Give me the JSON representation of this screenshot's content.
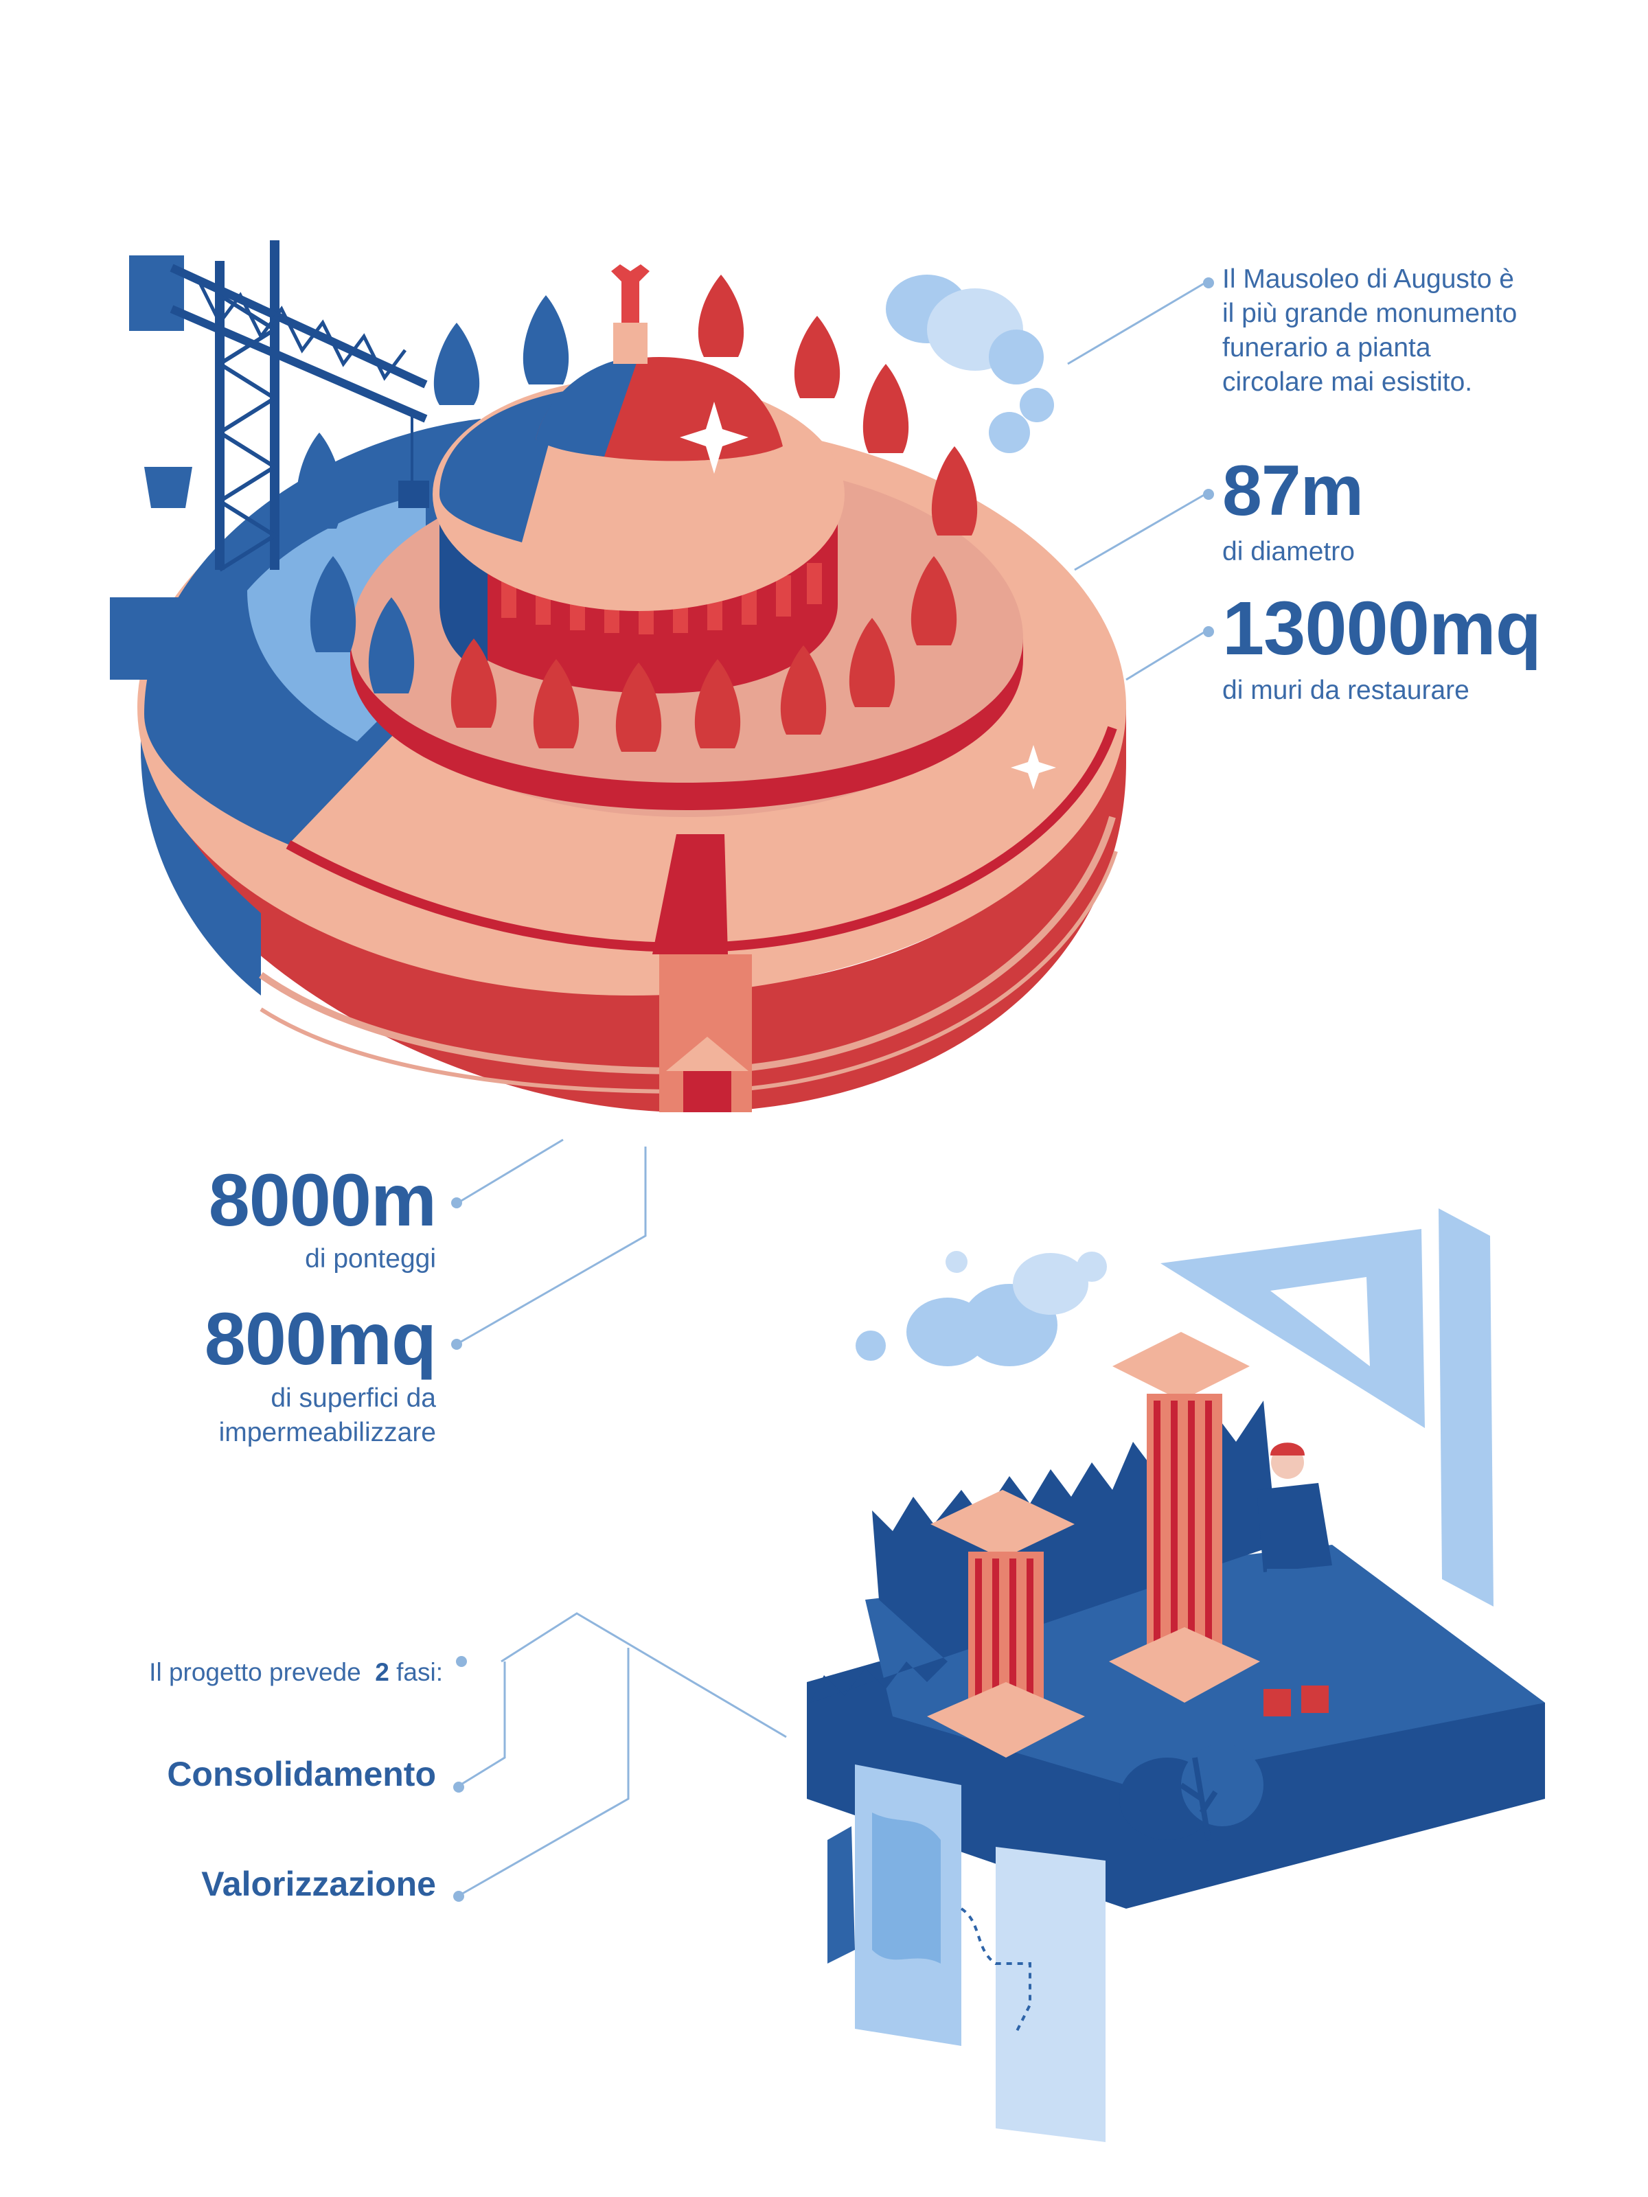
{
  "intro": {
    "line1": "Il Mausoleo di Augusto è",
    "line2": "il più grande monumento",
    "line3": "funerario a pianta",
    "line4": "circolare mai esistito."
  },
  "stats": [
    {
      "value": "87m",
      "label": "di diametro"
    },
    {
      "value": "13000mq",
      "label": "di muri da restaurare"
    },
    {
      "value": "8000m",
      "label": "di ponteggi"
    },
    {
      "value": "800mq",
      "label_line1": "di superfici da",
      "label_line2": "impermeabilizzare"
    }
  ],
  "project": {
    "prefix": "Il progetto prevede",
    "count": "2",
    "suffix": "fasi:",
    "phases": [
      "Consolidamento",
      "Valorizzazione"
    ]
  },
  "colors": {
    "blue_dark": "#1f4f92",
    "blue_mid": "#2e64a8",
    "blue_light": "#a9cbef",
    "red_dark": "#c72336",
    "red_mid": "#e04446",
    "salmon": "#f2b39b",
    "text_blue": "#2d5f9f",
    "leader_line": "#8fb5dd"
  }
}
